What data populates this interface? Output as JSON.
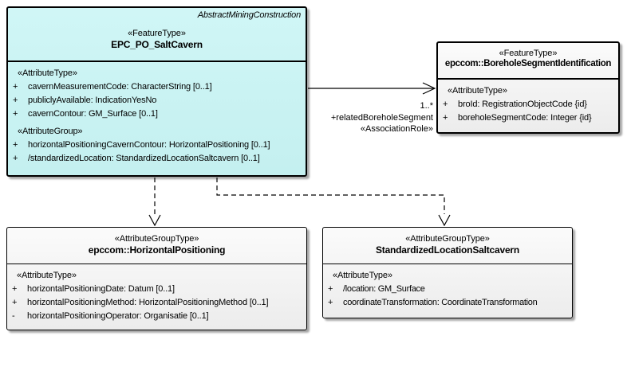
{
  "colors": {
    "feature_box_fill": "#C8F2F2",
    "group_box_fill": "#F0F0F0",
    "border": "#000000",
    "background": "#FFFFFF"
  },
  "classes": {
    "salt_cavern": {
      "parent": "AbstractMiningConstruction",
      "stereotype": "«FeatureType»",
      "name": "EPC_PO_SaltCavern",
      "sections": [
        {
          "header": "«AttributeType»",
          "rows": [
            {
              "vis": "+",
              "text": "cavernMeasurementCode: CharacterString [0..1]"
            },
            {
              "vis": "+",
              "text": "publiclyAvailable: IndicationYesNo"
            },
            {
              "vis": "+",
              "text": "cavernContour: GM_Surface [0..1]"
            }
          ]
        },
        {
          "header": "«AttributeGroup»",
          "rows": [
            {
              "vis": "+",
              "text": "horizontalPositioningCavernContour: HorizontalPositioning [0..1]"
            },
            {
              "vis": "+",
              "text": "/standardizedLocation: StandardizedLocationSaltcavern [0..1]"
            }
          ]
        }
      ]
    },
    "borehole_segment_identification": {
      "stereotype": "«FeatureType»",
      "name": "epccom::BoreholeSegmentIdentification",
      "sections": [
        {
          "header": "«AttributeType»",
          "rows": [
            {
              "vis": "+",
              "text": "broId: RegistrationObjectCode {id}"
            },
            {
              "vis": "+",
              "text": "boreholeSegmentCode: Integer {id}"
            }
          ]
        }
      ]
    },
    "horizontal_positioning": {
      "stereotype": "«AttributeGroupType»",
      "name": "epccom::HorizontalPositioning",
      "sections": [
        {
          "header": "«AttributeType»",
          "rows": [
            {
              "vis": "+",
              "text": "horizontalPositioningDate: Datum [0..1]"
            },
            {
              "vis": "+",
              "text": "horizontalPositioningMethod: HorizontalPositioningMethod [0..1]"
            },
            {
              "vis": "-",
              "text": "horizontalPositioningOperator: Organisatie [0..1]"
            }
          ]
        }
      ]
    },
    "standardized_location_saltcavern": {
      "stereotype": "«AttributeGroupType»",
      "name": "StandardizedLocationSaltcavern",
      "sections": [
        {
          "header": "«AttributeType»",
          "rows": [
            {
              "vis": "+",
              "text": "/location: GM_Surface"
            },
            {
              "vis": "+",
              "text": "coordinateTransformation: CoordinateTransformation"
            }
          ]
        }
      ]
    }
  },
  "association": {
    "multiplicity": "1..*",
    "role": "+relatedBoreholeSegment",
    "stereotype": "«AssociationRole»"
  }
}
